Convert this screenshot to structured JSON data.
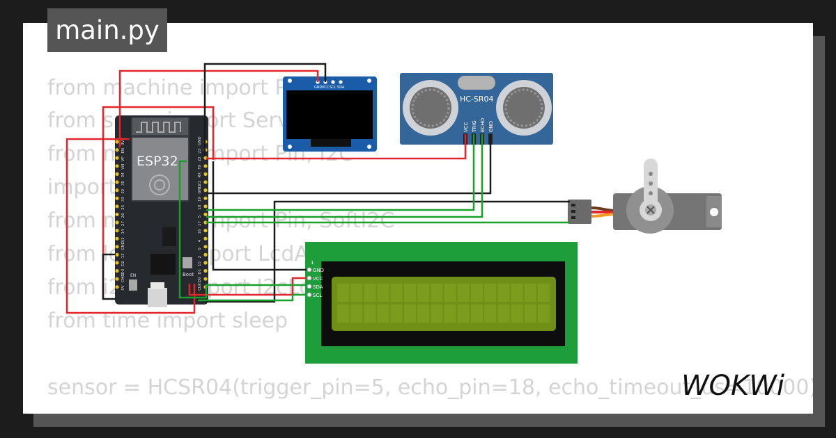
{
  "file_tab": "main.py",
  "code_lines": [
    "from machine import Pin",
    "from servo import Servo",
    "from machine import Pin, I2C",
    "import utime",
    "from machine import Pin, SoftI2C",
    "from lcd_api import LcdApi",
    "from i2c_lcd import I2cLcd",
    "from time import sleep",
    "",
    "sensor = HCSR04(trigger_pin=5, echo_pin=18, echo_timeout_us=10000)"
  ],
  "esp32": {
    "label": "ESP32",
    "boot_label": "Boot",
    "en_label": "EN",
    "left_pins": [
      "3V3",
      "EN",
      "VP",
      "VN",
      "34",
      "35",
      "32",
      "33",
      "25",
      "26",
      "27",
      "14",
      "12",
      "GND",
      "13",
      "D2",
      "D3",
      "CMD",
      "5V"
    ],
    "right_pins": [
      "GND",
      "23",
      "22",
      "TX",
      "RX",
      "21",
      "GND",
      "19",
      "18",
      "5",
      "17",
      "16",
      "4",
      "0",
      "2",
      "15",
      "D1",
      "D0",
      "CLK"
    ]
  },
  "oled": {
    "pins": [
      "GND",
      "VCC",
      "SCL",
      "SDA"
    ]
  },
  "hcsr04": {
    "label": "HC-SR04",
    "pins": [
      "VCC",
      "TRIG",
      "ECHO",
      "GND"
    ]
  },
  "lcd": {
    "pin_1": "1",
    "pins": [
      "GND",
      "VCC",
      "SDA",
      "SCL"
    ]
  },
  "logo": "WOKWi",
  "colors": {
    "wire_red": "#e4252a",
    "wire_black": "#1a1a1a",
    "wire_green": "#18a02a",
    "esp_board": "#26292e",
    "oled_board": "#1b5ca8",
    "sensor_board": "#35669a",
    "lcd_board": "#1d9e3a",
    "lcd_screen": "#6f8f16",
    "servo_body": "#757575"
  }
}
